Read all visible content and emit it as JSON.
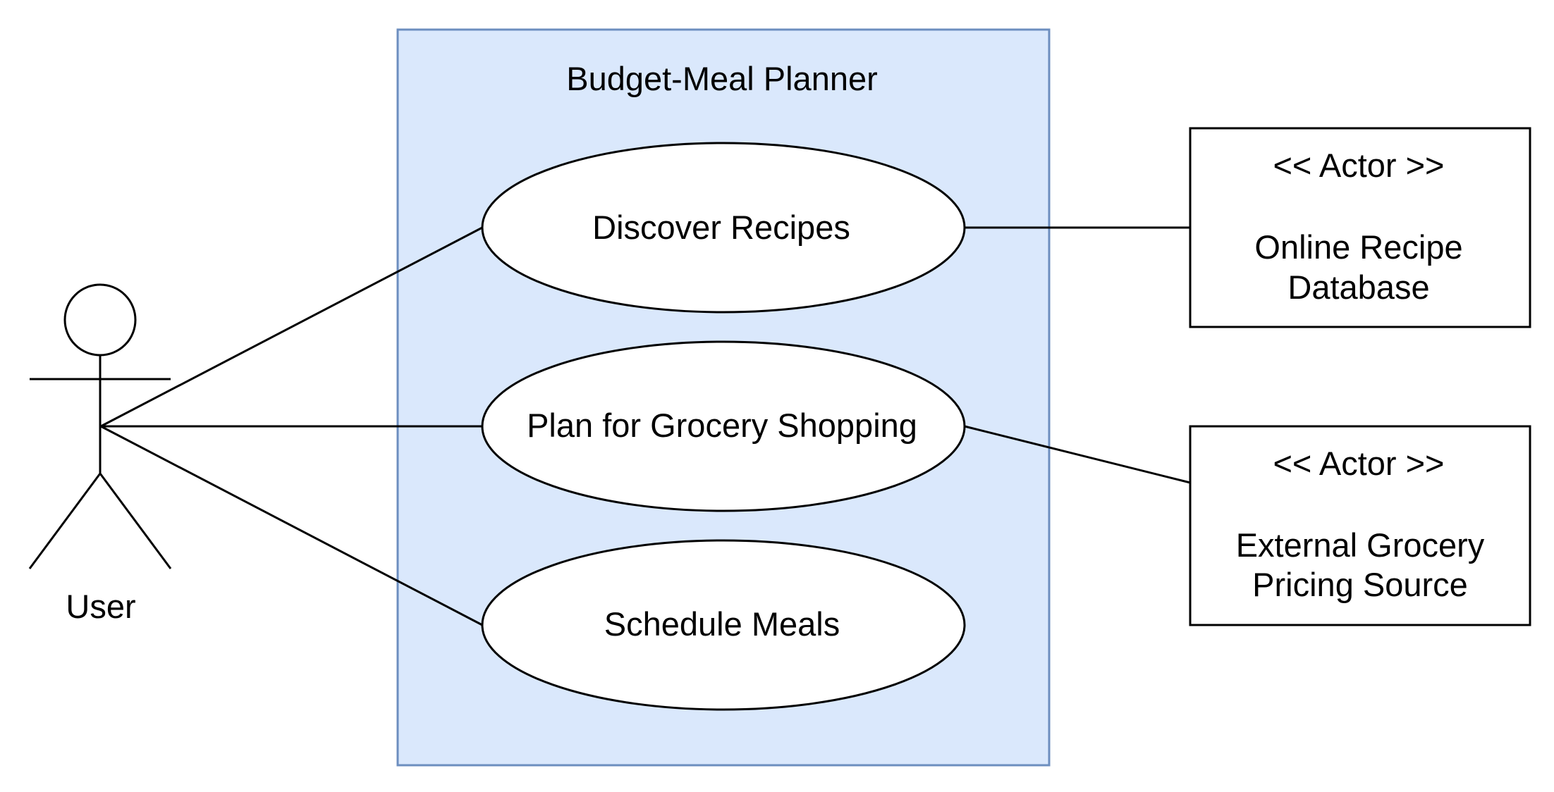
{
  "system": {
    "title": "Budget-Meal Planner",
    "fill": "#dae8fc",
    "stroke": "#6c8ebf"
  },
  "actor": {
    "name": "User"
  },
  "use_cases": [
    {
      "label": "Discover Recipes"
    },
    {
      "label": "Plan for Grocery Shopping"
    },
    {
      "label": "Schedule Meals"
    }
  ],
  "external_actors": [
    {
      "stereotype": "<< Actor >>",
      "name_lines": [
        "Online Recipe",
        "Database"
      ]
    },
    {
      "stereotype": "<< Actor >>",
      "name_lines": [
        "External Grocery",
        "Pricing Source"
      ]
    }
  ],
  "colors": {
    "line": "#000000",
    "use_case_fill": "#ffffff",
    "external_box_fill": "#ffffff"
  }
}
